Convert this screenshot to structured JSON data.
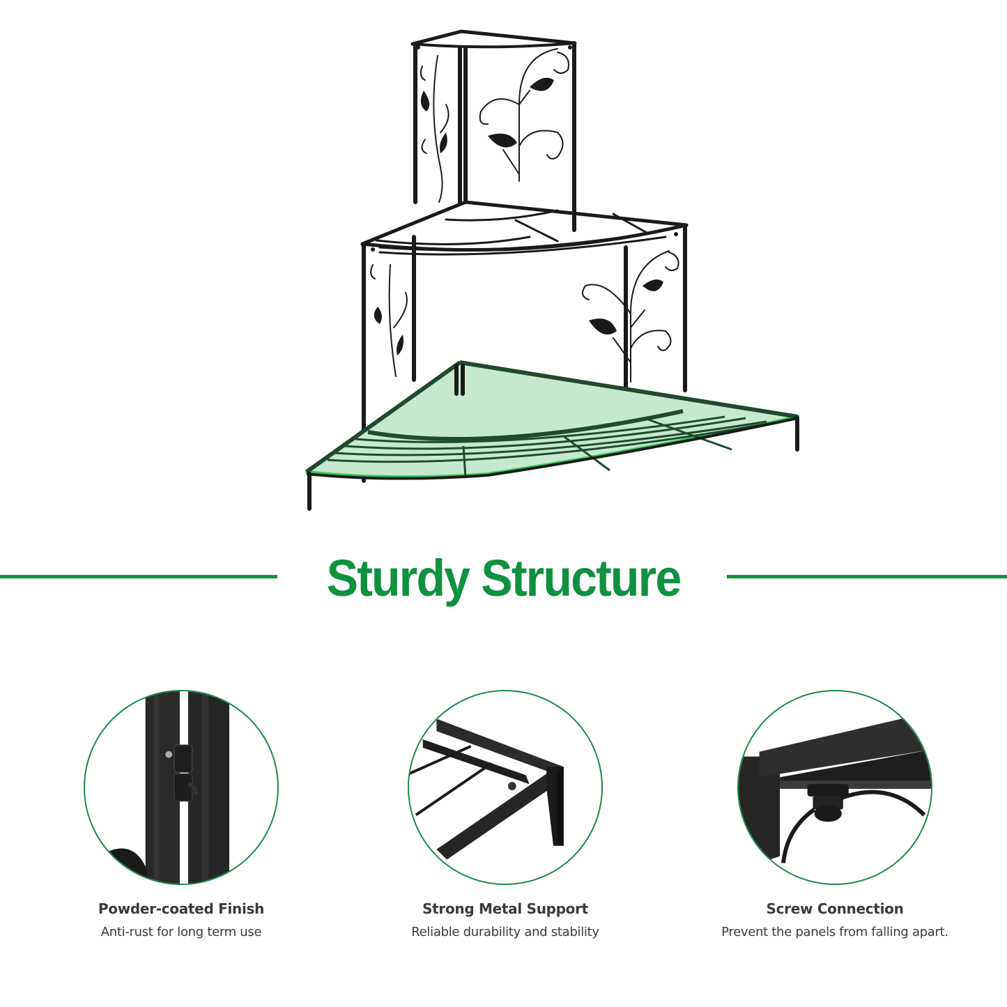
{
  "heading": {
    "title": "Sturdy Structure",
    "accent_color": "#0f9140"
  },
  "hero": {
    "description": "three-tier corner plant stand with leaf-scroll panels, bottom shelf highlighted green",
    "highlight_color": "#2ecc55",
    "highlight_fill": "#c6e8d0"
  },
  "features": [
    {
      "title": "Powder-coated Finish",
      "subtitle": "Anti-rust for long term use",
      "image": "hinge-closeup"
    },
    {
      "title": "Strong Metal Support",
      "subtitle": "Reliable durability and stability",
      "image": "frame-leg-closeup"
    },
    {
      "title": "Screw Connection",
      "subtitle": "Prevent the panels from falling apart.",
      "image": "screw-nut-closeup"
    }
  ]
}
